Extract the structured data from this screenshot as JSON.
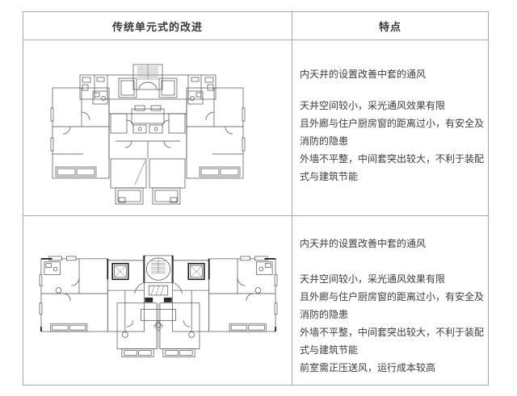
{
  "colors": {
    "table_border": "#a9a9a9",
    "text": "#3d3d3d",
    "plan_line": "#4a4a4a"
  },
  "table": {
    "header": {
      "col1": "传统单元式的改进",
      "col2": "特点"
    },
    "rows": [
      {
        "features": {
          "intro": "内天井的设置改善中套的通风",
          "details": "天井空间较小，采光通风效果有限\n且外廊与住户厨房窗的距离过小，有安全及\n消防的隐患\n外墙不平整，中间套突出较大，不利于装配\n式与建筑节能"
        }
      },
      {
        "features": {
          "intro": "内天井的设置改善中套的通风",
          "details": "天井空间较小，采光通风效果有限\n且外廊与住户厨房窗的距离过小，有安全及\n消防的隐患\n外墙不平整，中间套突出较大，不利于装配\n式与建筑节能\n前室需正压送风，运行成本较高"
        }
      }
    ]
  }
}
